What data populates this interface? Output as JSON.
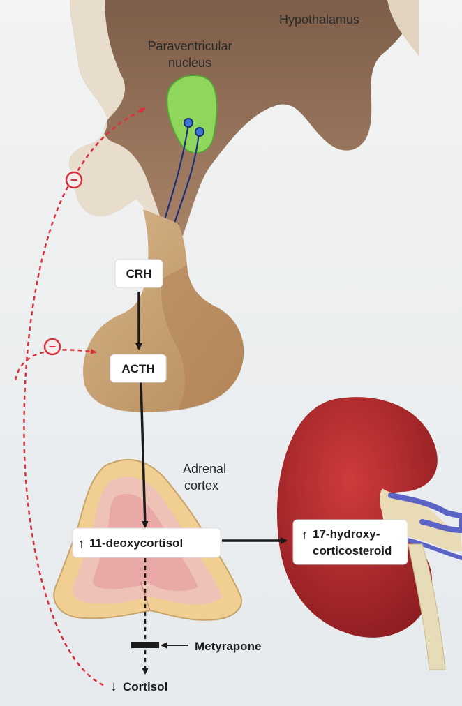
{
  "labels": {
    "hypothalamus": "Hypothalamus",
    "pvn_line1": "Paraventricular",
    "pvn_line2": "nucleus",
    "adrenal_line1": "Adrenal",
    "adrenal_line2": "cortex",
    "metyrapone": "Metyrapone",
    "cortisol": "Cortisol"
  },
  "boxes": {
    "crh": "CRH",
    "acth": "ACTH",
    "deoxycortisol": "11-deoxycortisol",
    "hydroxy_line1": "17-hydroxy-",
    "hydroxy_line2": "corticosteroid"
  },
  "symbols": {
    "up_arrow": "↑",
    "down_arrow": "↓",
    "inhibit": "−"
  },
  "colors": {
    "feedback": "#d8323c",
    "pvn": "#8fd65c",
    "kidney": "#b4282b",
    "pituitary": "#c8a06e",
    "hypothalamus": "#8a6a55"
  }
}
